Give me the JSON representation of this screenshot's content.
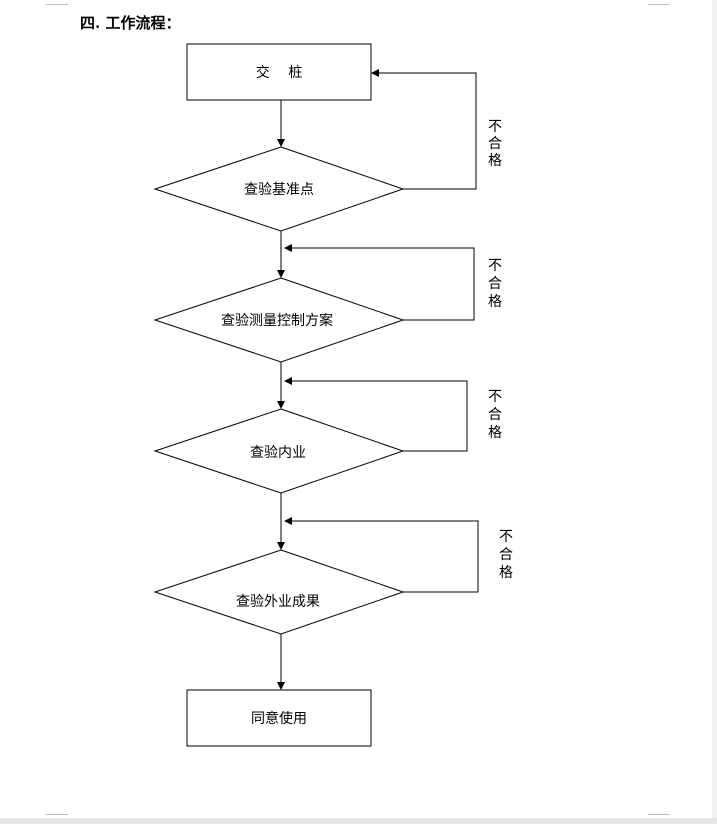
{
  "heading": "四. 工作流程：",
  "nodes": {
    "start": "交　 桩",
    "check1": "查验基准点",
    "check2": "查验测量控制方案",
    "check3": "查验内业",
    "check4": "查验外业成果",
    "end": "同意使用"
  },
  "fail_label": [
    "不",
    "合",
    "格"
  ],
  "colors": {
    "stroke": "#000000",
    "page_edge": "#e6e6e6"
  }
}
